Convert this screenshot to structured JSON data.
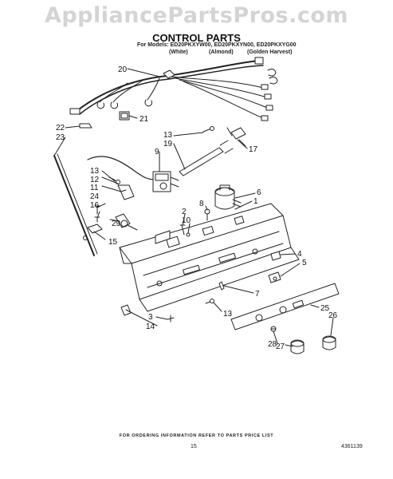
{
  "watermark": "AppliancePartsPros.com",
  "title": "CONTROL PARTS",
  "models": "For Models: ED20PKXYW00, ED20PKXYN00, ED20PKXYG00",
  "variants": [
    "(White)",
    "(Almond)",
    "(Golden Harvest)"
  ],
  "callouts": [
    "20",
    "21",
    "22",
    "23",
    "13",
    "19",
    "9",
    "17",
    "13",
    "12",
    "11",
    "24",
    "16",
    "29",
    "15",
    "2",
    "10",
    "8",
    "6",
    "1",
    "4",
    "5",
    "7",
    "13",
    "25",
    "26",
    "3",
    "14",
    "28",
    "27"
  ],
  "footer": "FOR ORDERING INFORMATION REFER TO PARTS PRICE LIST",
  "page_number": "15",
  "part_number": "4361139"
}
